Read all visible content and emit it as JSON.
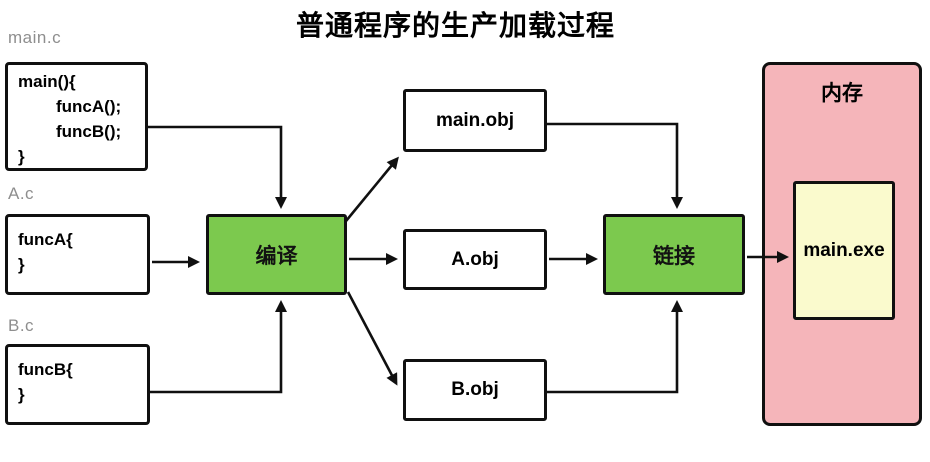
{
  "title": "普通程序的生产加载过程",
  "colors": {
    "process_green": "#7cc94e",
    "memory_pink": "#f5b5ba",
    "exe_yellow": "#fafacd",
    "line_black": "#101010",
    "label_gray": "#8e8e8e"
  },
  "source_files": [
    {
      "label": "main.c",
      "code": [
        "main(){",
        "funcA();",
        "funcB();",
        "}"
      ]
    },
    {
      "label": "A.c",
      "code": [
        "funcA{",
        "}"
      ]
    },
    {
      "label": "B.c",
      "code": [
        "funcB{",
        "}"
      ]
    }
  ],
  "process_steps": {
    "compile": "编译",
    "link": "链接"
  },
  "object_files": [
    {
      "label": "main.obj"
    },
    {
      "label": "A.obj"
    },
    {
      "label": "B.obj"
    }
  ],
  "memory": {
    "label": "内存",
    "executable": "main.exe"
  }
}
